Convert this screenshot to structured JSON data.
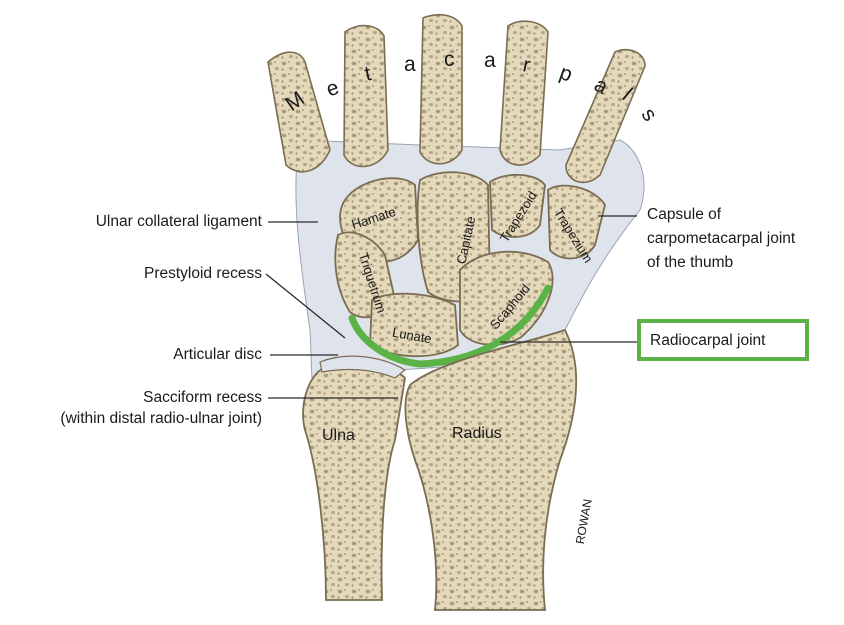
{
  "labels": {
    "metacarpals": [
      "M",
      "e",
      "t",
      "a",
      "c",
      "a",
      "r",
      "p",
      "a",
      "l",
      "s"
    ],
    "ulnar_collateral_ligament": "Ulnar collateral ligament",
    "prestyloid_recess": "Prestyloid recess",
    "articular_disc": "Articular disc",
    "sacciform_recess": "Sacciform recess",
    "sacciform_recess_note": "(within distal radio-ulnar joint)",
    "capsule_line1": "Capsule of",
    "capsule_line2": "carpometacarpal joint",
    "capsule_line3": "of the thumb",
    "radiocarpal_joint": "Radiocarpal joint"
  },
  "bones": {
    "hamate": "Hamate",
    "capitate": "Capitate",
    "trapezoid": "Trapezoid",
    "trapezium": "Trapezium",
    "triquetrum": "Triquetrum",
    "lunate": "Lunate",
    "scaphoid": "Scaphoid",
    "ulna": "Ulna",
    "radius": "Radius"
  },
  "signature": "ROWAN",
  "colors": {
    "bone": "#e6dcc0",
    "bone_outline": "#7a6d52",
    "marrow": "#b8ab8c",
    "ligament": "#dfe3ec",
    "highlight": "#5bb347",
    "leader": "#2a2a2a"
  }
}
